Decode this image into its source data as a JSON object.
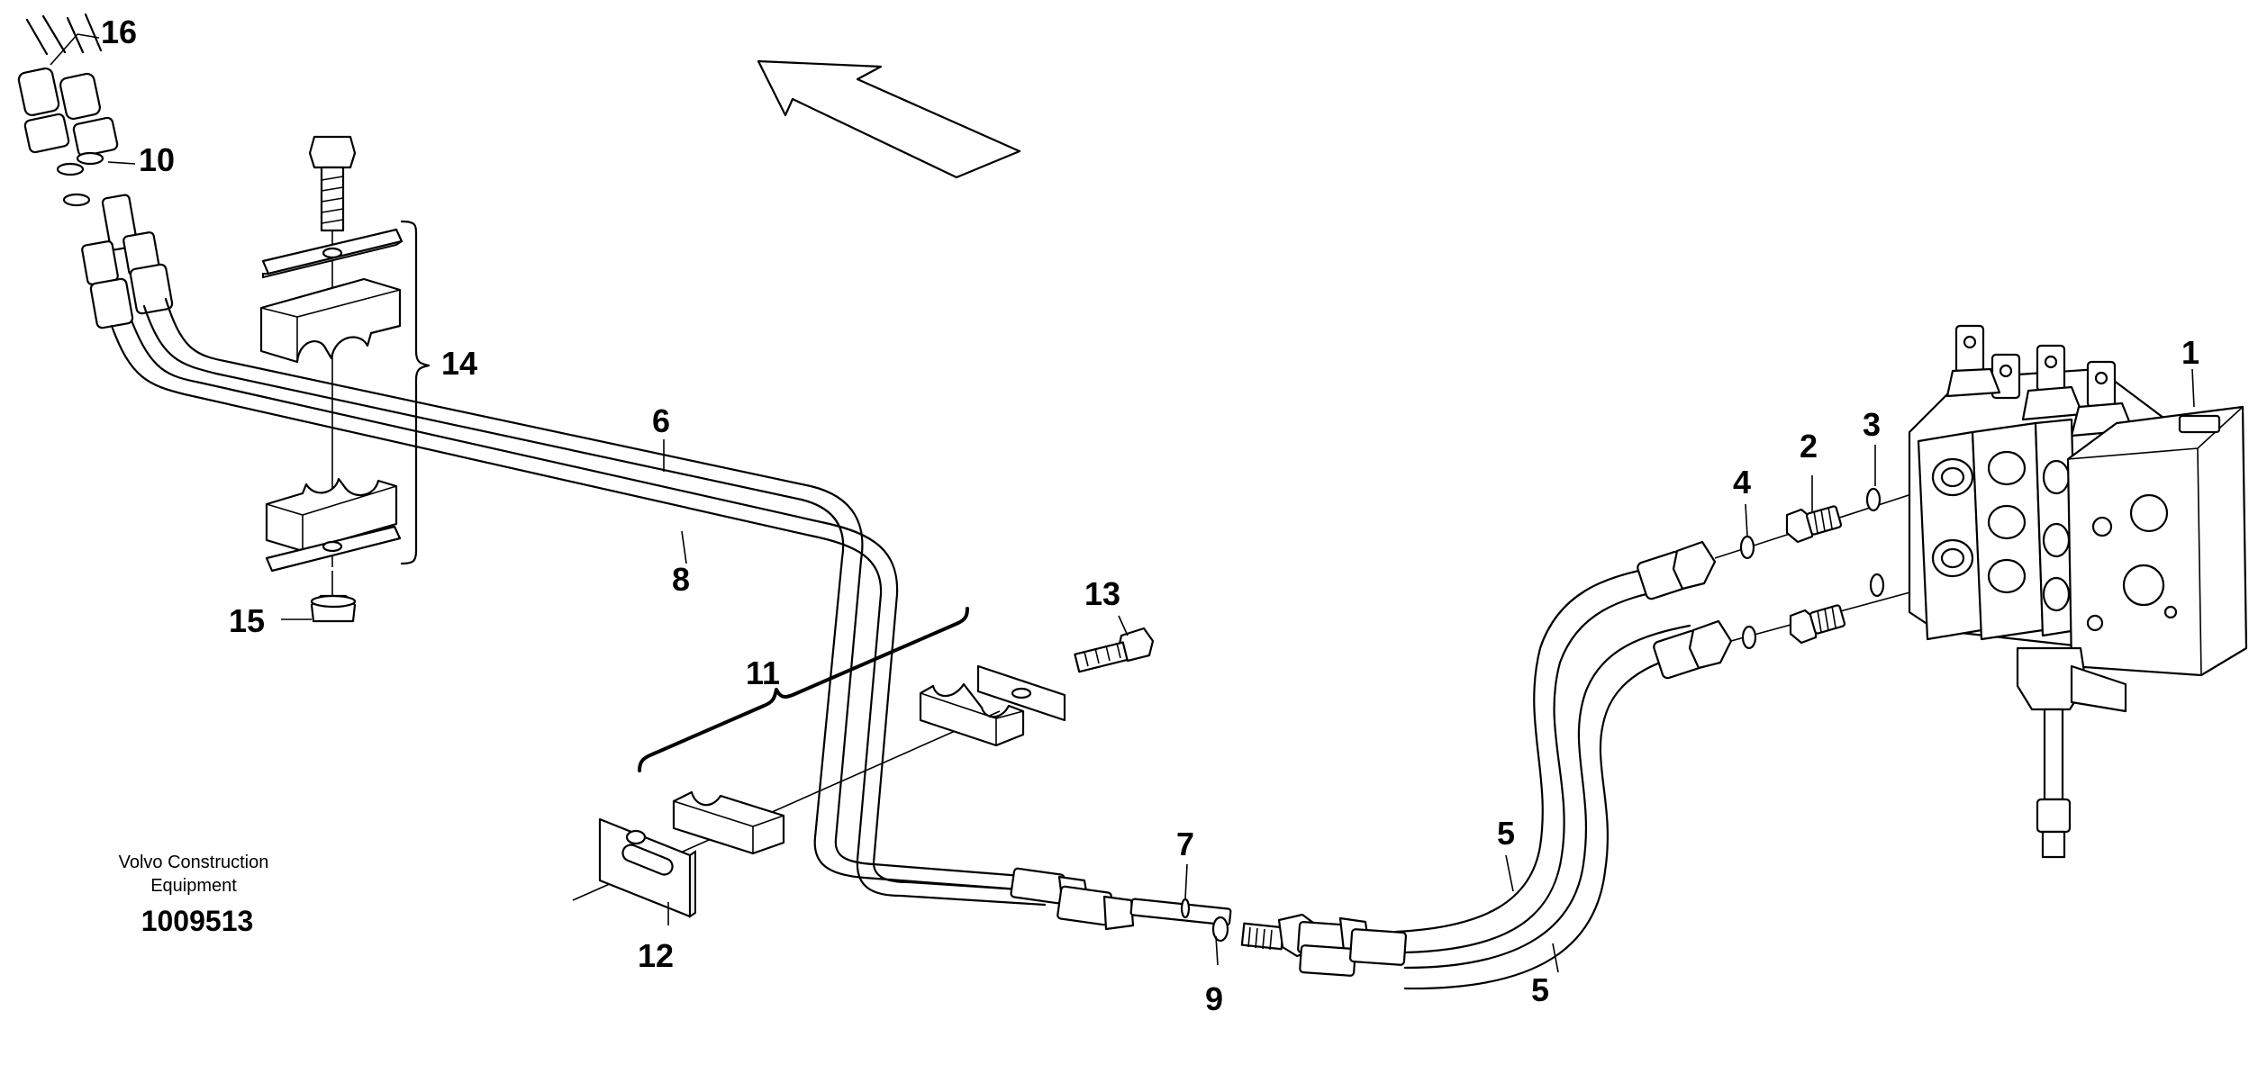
{
  "caption": {
    "maker_line1": "Volvo Construction",
    "maker_line2": "Equipment",
    "drawing_number": "1009513"
  },
  "callouts": {
    "p1": "1",
    "p2": "2",
    "p3": "3",
    "p4": "4",
    "p5a": "5",
    "p5b": "5",
    "p6": "6",
    "p7": "7",
    "p8": "8",
    "p9": "9",
    "p10": "10",
    "p11": "11",
    "p12": "12",
    "p13": "13",
    "p14": "14",
    "p15": "15",
    "p16": "16"
  }
}
